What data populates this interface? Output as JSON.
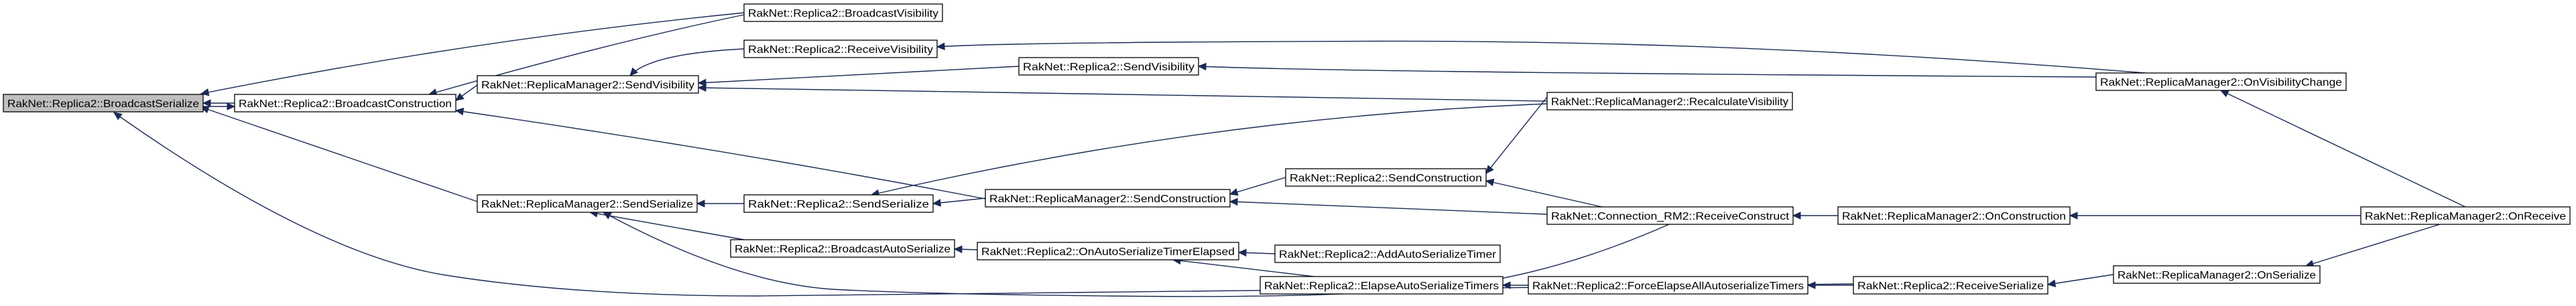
{
  "colors": {
    "edge": "#1a2a55",
    "node_border": "#000000",
    "node_fill": "#ffffff",
    "root_fill": "#bfbfbf",
    "text": "#000000"
  },
  "graph": {
    "nodes": [
      {
        "id": "broadcastSerialize",
        "label": "RakNet::Replica2::BroadcastSerialize",
        "root": true
      },
      {
        "id": "broadcastConstruction",
        "label": "RakNet::Replica2::BroadcastConstruction"
      },
      {
        "id": "broadcastVisibility",
        "label": "RakNet::Replica2::BroadcastVisibility"
      },
      {
        "id": "receiveVisibility",
        "label": "RakNet::Replica2::ReceiveVisibility"
      },
      {
        "id": "rmSendVisibility",
        "label": "RakNet::ReplicaManager2::SendVisibility"
      },
      {
        "id": "rSendVisibility",
        "label": "RakNet::Replica2::SendVisibility"
      },
      {
        "id": "onVisibilityChange",
        "label": "RakNet::ReplicaManager2::OnVisibilityChange"
      },
      {
        "id": "recalculateVisibility",
        "label": "RakNet::ReplicaManager2::RecalculateVisibility"
      },
      {
        "id": "rSendConstruction",
        "label": "RakNet::Replica2::SendConstruction"
      },
      {
        "id": "rmSendSerialize",
        "label": "RakNet::ReplicaManager2::SendSerialize"
      },
      {
        "id": "rSendSerialize",
        "label": "RakNet::Replica2::SendSerialize"
      },
      {
        "id": "rmSendConstruction",
        "label": "RakNet::ReplicaManager2::SendConstruction"
      },
      {
        "id": "receiveConstruct",
        "label": "RakNet::Connection_RM2::ReceiveConstruct"
      },
      {
        "id": "onConstruction",
        "label": "RakNet::ReplicaManager2::OnConstruction"
      },
      {
        "id": "onReceive",
        "label": "RakNet::ReplicaManager2::OnReceive"
      },
      {
        "id": "broadcastAutoSerialize",
        "label": "RakNet::Replica2::BroadcastAutoSerialize"
      },
      {
        "id": "onAutoSerializeTimerElapsed",
        "label": "RakNet::Replica2::OnAutoSerializeTimerElapsed"
      },
      {
        "id": "addAutoSerializeTimer",
        "label": "RakNet::Replica2::AddAutoSerializeTimer"
      },
      {
        "id": "elapseAutoSerializeTimers",
        "label": "RakNet::Replica2::ElapseAutoSerializeTimers"
      },
      {
        "id": "forceElapseAllAutoserializeTimers",
        "label": "RakNet::Replica2::ForceElapseAllAutoserializeTimers"
      },
      {
        "id": "receiveSerialize",
        "label": "RakNet::Replica2::ReceiveSerialize"
      },
      {
        "id": "onSerialize",
        "label": "RakNet::ReplicaManager2::OnSerialize"
      }
    ],
    "edges": [
      {
        "from": "broadcastConstruction",
        "to": "broadcastSerialize"
      },
      {
        "from": "broadcastVisibility",
        "to": "broadcastSerialize"
      },
      {
        "from": "rmSendSerialize",
        "to": "broadcastSerialize"
      },
      {
        "from": "receiveSerialize",
        "to": "broadcastSerialize"
      },
      {
        "from": "broadcastSerialize",
        "to": "broadcastConstruction"
      },
      {
        "from": "broadcastVisibility",
        "to": "broadcastConstruction"
      },
      {
        "from": "rmSendVisibility",
        "to": "broadcastConstruction"
      },
      {
        "from": "rmSendConstruction",
        "to": "broadcastConstruction"
      },
      {
        "from": "receiveVisibility",
        "to": "rmSendVisibility"
      },
      {
        "from": "rSendVisibility",
        "to": "rmSendVisibility"
      },
      {
        "from": "recalculateVisibility",
        "to": "rmSendVisibility"
      },
      {
        "from": "onVisibilityChange",
        "to": "rSendVisibility"
      },
      {
        "from": "onVisibilityChange",
        "to": "receiveVisibility"
      },
      {
        "from": "onReceive",
        "to": "onVisibilityChange"
      },
      {
        "from": "rSendSerialize",
        "to": "rmSendSerialize"
      },
      {
        "from": "broadcastAutoSerialize",
        "to": "rmSendSerialize"
      },
      {
        "from": "receiveConstruct",
        "to": "rmSendSerialize"
      },
      {
        "from": "rmSendConstruction",
        "to": "rSendSerialize"
      },
      {
        "from": "recalculateVisibility",
        "to": "rSendSerialize"
      },
      {
        "from": "rSendConstruction",
        "to": "rmSendConstruction"
      },
      {
        "from": "receiveConstruct",
        "to": "rmSendConstruction"
      },
      {
        "from": "recalculateVisibility",
        "to": "rSendConstruction"
      },
      {
        "from": "receiveConstruct",
        "to": "rSendConstruction"
      },
      {
        "from": "onConstruction",
        "to": "receiveConstruct"
      },
      {
        "from": "onReceive",
        "to": "onConstruction"
      },
      {
        "from": "onAutoSerializeTimerElapsed",
        "to": "broadcastAutoSerialize"
      },
      {
        "from": "addAutoSerializeTimer",
        "to": "onAutoSerializeTimerElapsed"
      },
      {
        "from": "elapseAutoSerializeTimers",
        "to": "onAutoSerializeTimerElapsed"
      },
      {
        "from": "forceElapseAllAutoserializeTimers",
        "to": "elapseAutoSerializeTimers"
      },
      {
        "from": "receiveSerialize",
        "to": "forceElapseAllAutoserializeTimers"
      },
      {
        "from": "onSerialize",
        "to": "receiveSerialize"
      },
      {
        "from": "onReceive",
        "to": "onSerialize"
      }
    ]
  }
}
